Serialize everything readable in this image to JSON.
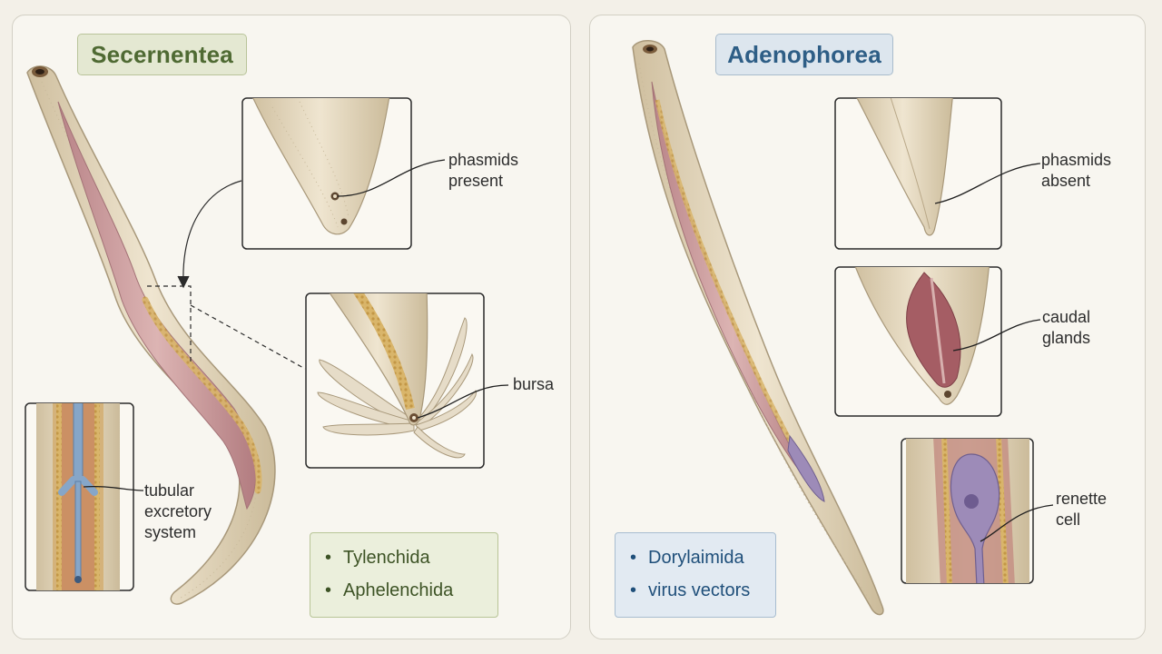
{
  "left": {
    "title": "Secernentea",
    "callouts": {
      "phasmids": [
        "phasmids",
        "present"
      ],
      "bursa": [
        "bursa"
      ],
      "excretory": [
        "tubular",
        "excretory",
        "system"
      ]
    },
    "examples": [
      "Tylenchida",
      "Aphelenchida"
    ]
  },
  "right": {
    "title": "Adenophorea",
    "callouts": {
      "phasmids": [
        "phasmids",
        "absent"
      ],
      "caudal": [
        "caudal",
        "glands"
      ],
      "renette": [
        "renette",
        "cell"
      ]
    },
    "examples": [
      "Dorylaimida",
      "virus vectors"
    ]
  },
  "colors": {
    "body": "#e3d6bb",
    "body_outline": "#b5a587",
    "gut": "#c99a9c",
    "excretory_canal": "#86a6c8",
    "renette": "#9d8bb8",
    "left_accent": "#4f6a33",
    "right_accent": "#2e5e86"
  }
}
